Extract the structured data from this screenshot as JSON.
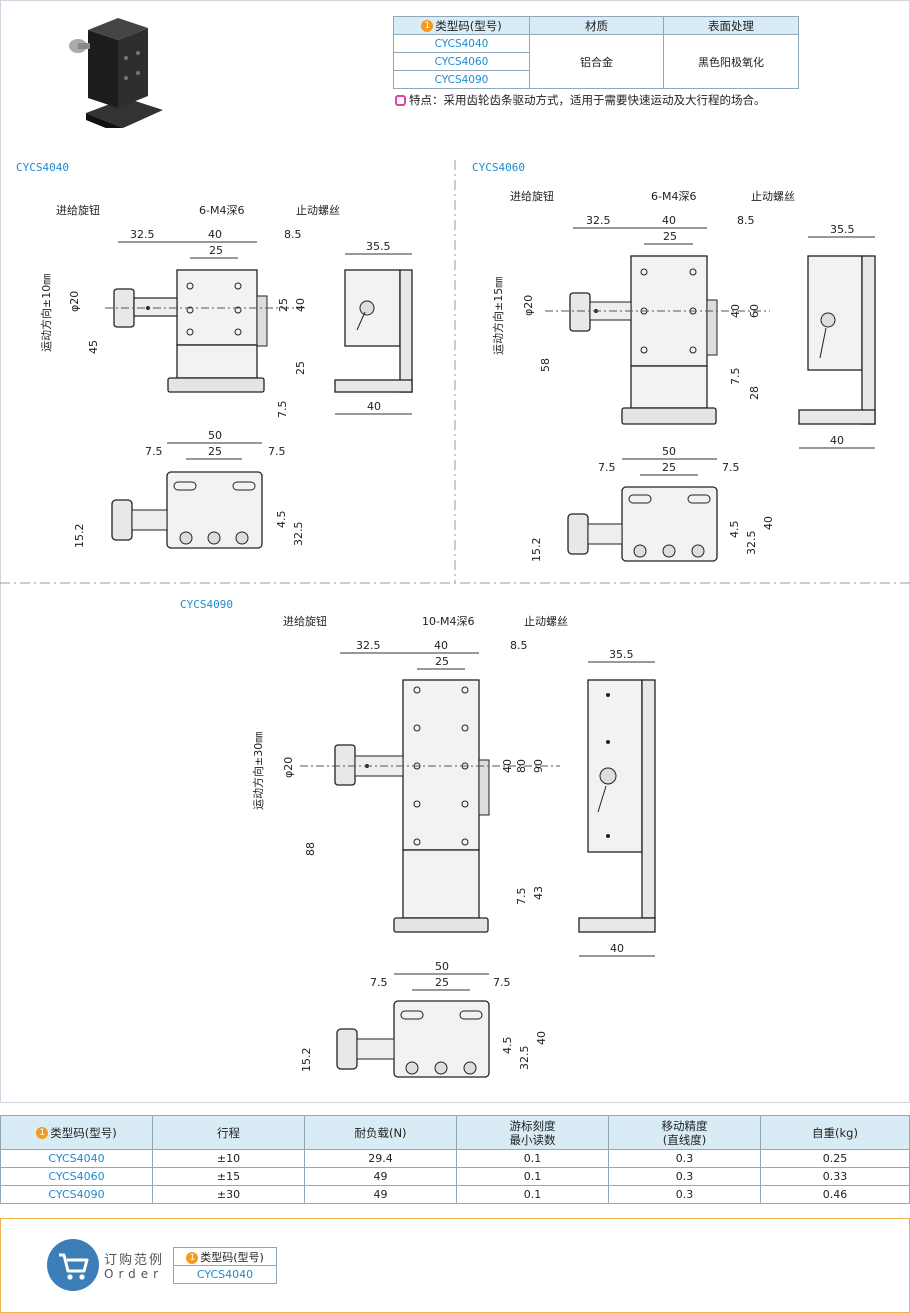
{
  "material_table": {
    "headers": [
      "类型码(型号)",
      "材质",
      "表面处理"
    ],
    "codes": [
      "CYCS4040",
      "CYCS4060",
      "CYCS4090"
    ],
    "material": "铝合金",
    "surface": "黑色阳极氧化"
  },
  "feature_text": "特点：采用齿轮齿条驱动方式，适用于需要快速运动及大行程的场合。",
  "drawings": {
    "labels": [
      "CYCS4040",
      "CYCS4060",
      "CYCS4090"
    ],
    "knob": "进给旋钮",
    "stop_screw": "止动螺丝",
    "hole_spec_4040": "6-M4深6",
    "hole_spec_4060": "6-M4深6",
    "hole_spec_4090": "10-M4深6",
    "motion_4040": "运动方向±10㎜",
    "motion_4060": "运动方向±15㎜",
    "motion_4090": "运动方向±30㎜",
    "dims_common": {
      "d325": "32.5",
      "d40": "40",
      "d25": "25",
      "d85": "8.5",
      "d355": "35.5",
      "phi20": "φ20",
      "d75": "7.5",
      "d50": "50",
      "d45": "4.5",
      "d152": "15.2"
    },
    "dims_4040": {
      "h45": "45",
      "h25": "25"
    },
    "dims_4060": {
      "h58": "58",
      "h60": "60",
      "h28": "28"
    },
    "dims_4090": {
      "h88": "88",
      "h80": "80",
      "h90": "90",
      "h43": "43"
    }
  },
  "spec_table": {
    "headers": [
      "类型码(型号)",
      "行程",
      "耐负载(N)",
      "游标刻度\n最小读数",
      "移动精度\n(直线度)",
      "自重(kg)"
    ],
    "rows": [
      [
        "CYCS4040",
        "±10",
        "29.4",
        "0.1",
        "0.3",
        "0.25"
      ],
      [
        "CYCS4060",
        "±15",
        "49",
        "0.1",
        "0.3",
        "0.33"
      ],
      [
        "CYCS4090",
        "±30",
        "49",
        "0.1",
        "0.3",
        "0.46"
      ]
    ]
  },
  "order": {
    "title_cn": "订购范例",
    "title_en": "Order",
    "header": "类型码(型号)",
    "example": "CYCS4040"
  },
  "colors": {
    "accent": "#1a8ccf",
    "header_bg": "#d9ecf6",
    "order_border": "#f0b24a",
    "number_badge": "#f29a21"
  }
}
